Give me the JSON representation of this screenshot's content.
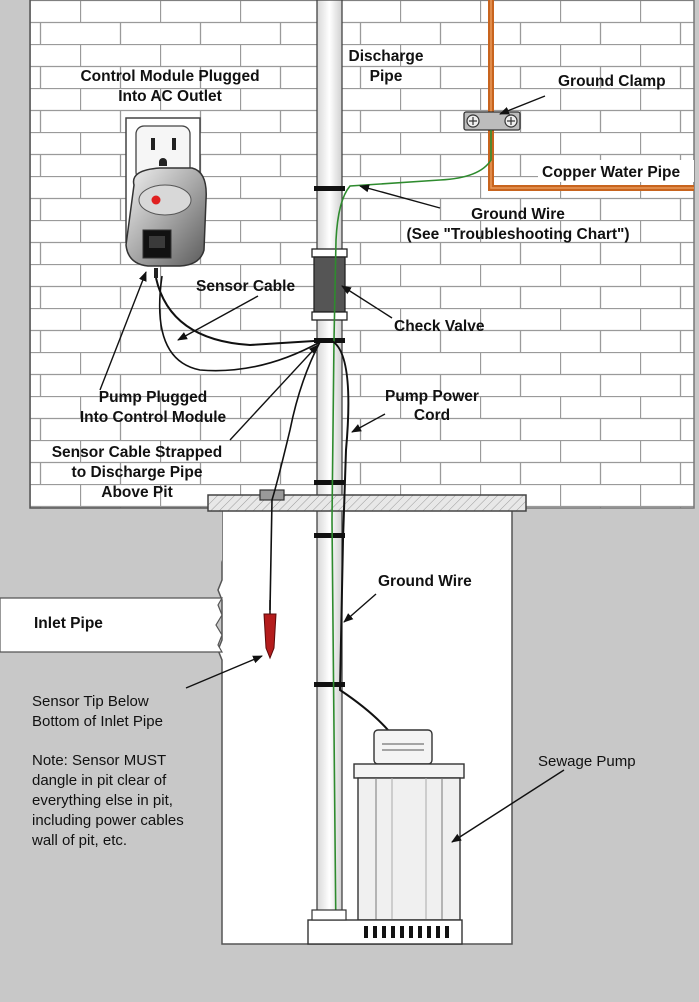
{
  "labels": {
    "control_module": [
      "Control Module Plugged",
      "Into AC Outlet"
    ],
    "discharge_pipe": [
      "Discharge",
      "Pipe"
    ],
    "ground_clamp": "Ground Clamp",
    "copper_water_pipe": "Copper Water Pipe",
    "ground_wire_top": [
      "Ground Wire",
      "(See \"Troubleshooting Chart\")"
    ],
    "sensor_cable": "Sensor Cable",
    "check_valve": "Check Valve",
    "pump_plugged": [
      "Pump Plugged",
      "Into Control Module"
    ],
    "pump_power_cord": [
      "Pump Power",
      "Cord"
    ],
    "sensor_strapped": [
      "Sensor Cable Strapped",
      "to Discharge Pipe",
      "Above Pit"
    ],
    "ground_wire_pit": "Ground Wire",
    "inlet_pipe": "Inlet Pipe",
    "sensor_tip": [
      "Sensor Tip Below",
      "Bottom of Inlet Pipe"
    ],
    "note": [
      "Note:  Sensor MUST",
      "dangle in pit clear of",
      "everything else in pit,",
      "including power cables",
      "wall of pit, etc."
    ],
    "sewage_pump": "Sewage Pump"
  },
  "colors": {
    "wall_brick_line": "#9a9a9a",
    "ground_concrete": "#c8c8c8",
    "copper_pipe": "#c8641e",
    "ground_wire": "#2e8b2e",
    "sensor_tip": "#b41c1c",
    "indicator_led": "#e02020"
  }
}
